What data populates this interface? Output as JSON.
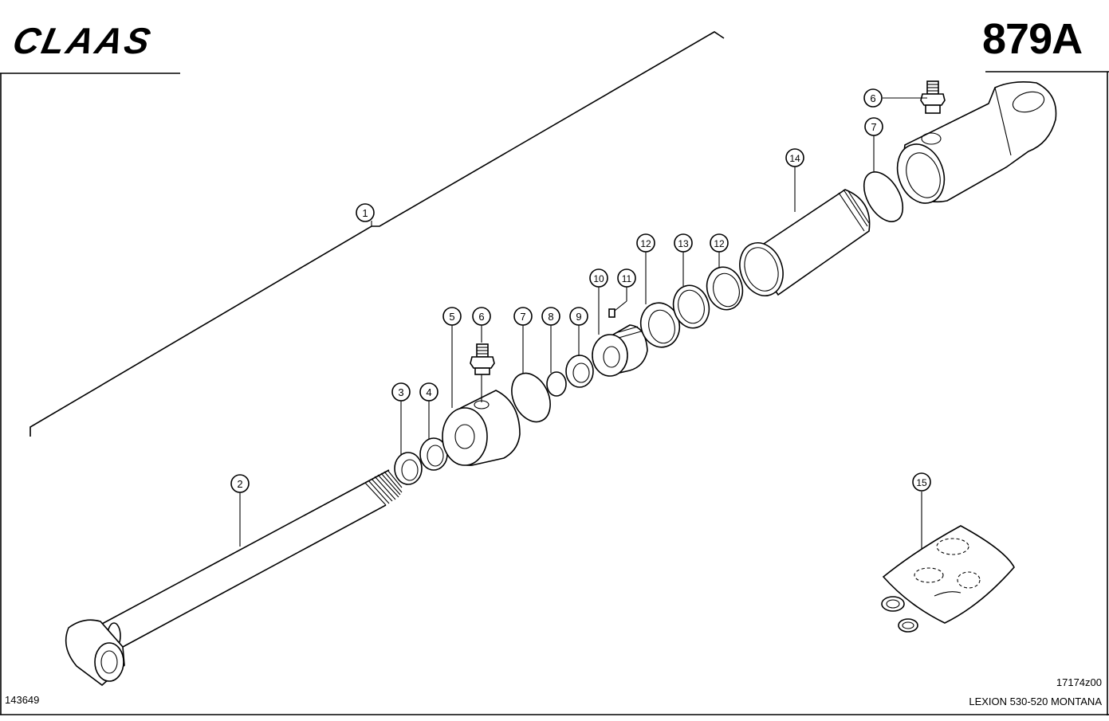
{
  "header": {
    "brand_logo_text": "CLAAS",
    "diagram_code": "879A"
  },
  "callouts": [
    "1",
    "2",
    "3",
    "4",
    "5",
    "6",
    "7",
    "8",
    "9",
    "10",
    "11",
    "12",
    "13",
    "12",
    "14",
    "6",
    "7",
    "15"
  ],
  "footer": {
    "drawing_number": "143649",
    "reference": "17174z00",
    "model": "LEXION 530-520 MONTANA"
  },
  "icons": {
    "logo": "claas-logo-icon"
  },
  "colors": {
    "line": "#000000",
    "background": "#ffffff"
  }
}
